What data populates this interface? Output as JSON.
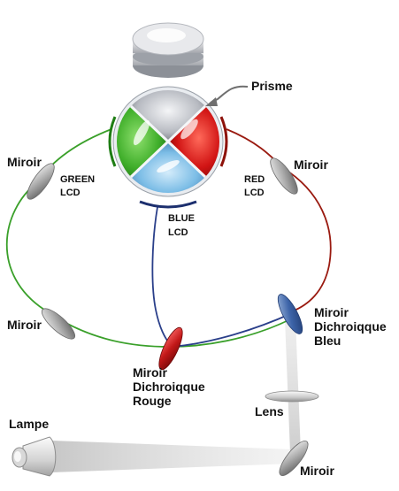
{
  "labels": {
    "prisme": "Prisme",
    "mirror_top_left": "Miroir",
    "mirror_top_right": "Miroir",
    "mirror_mid_left": "Miroir",
    "mirror_bottom": "Miroir",
    "dichroic_blue_line1": "Miroir",
    "dichroic_blue_line2": "Dichroiqque",
    "dichroic_blue_line3": "Bleu",
    "dichroic_red_line1": "Miroir",
    "dichroic_red_line2": "Dichroiqque",
    "dichroic_red_line3": "Rouge",
    "lens": "Lens",
    "lamp": "Lampe",
    "green_lcd_line1": "GREEN",
    "green_lcd_line2": "LCD",
    "red_lcd_line1": "RED",
    "red_lcd_line2": "LCD",
    "blue_lcd_line1": "BLUE",
    "blue_lcd_line2": "LCD"
  },
  "colors": {
    "green_path": "#3aa02a",
    "red_path": "#9a1a10",
    "blue_path": "#2a3f8a",
    "prism_green": "#3fae2a",
    "prism_red": "#d11414",
    "prism_blue": "#5ea7d8",
    "prism_grey": "#b8bcc4"
  }
}
